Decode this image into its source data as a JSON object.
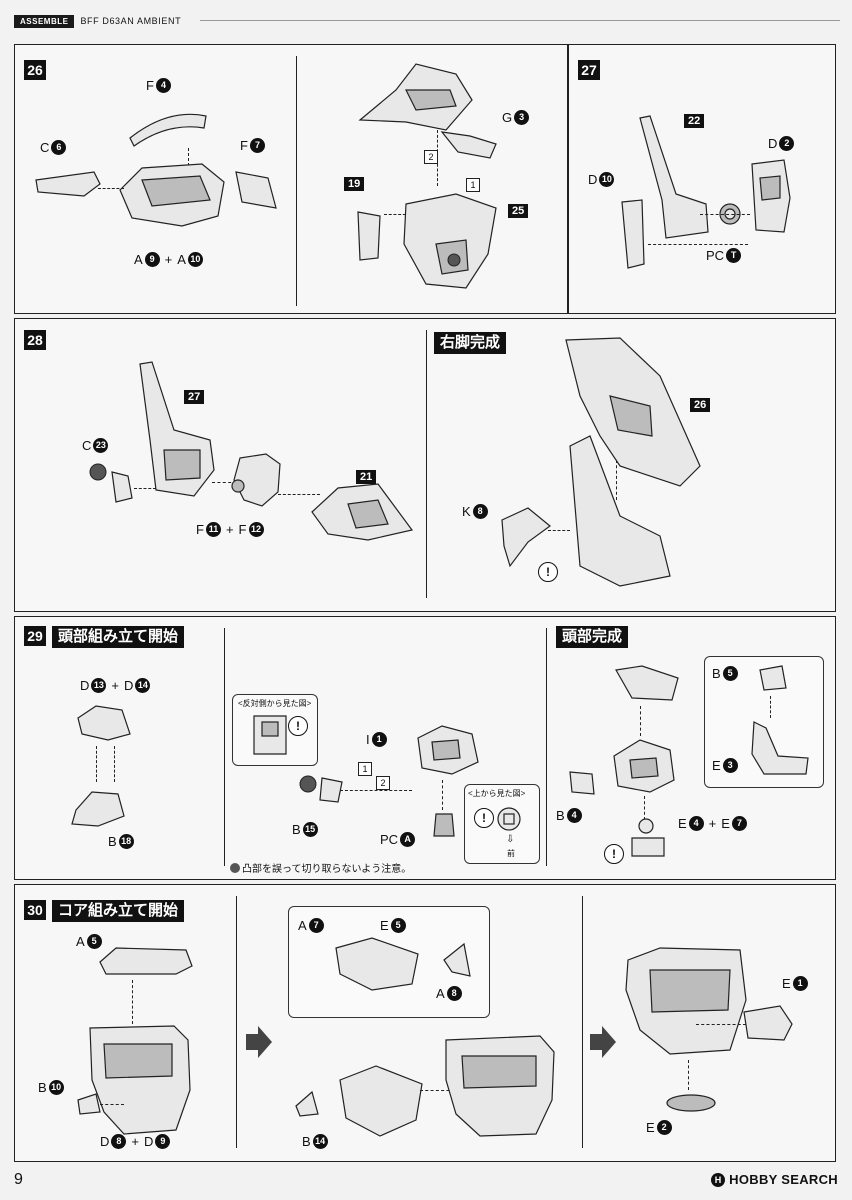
{
  "header": {
    "assemble_tag": "ASSEMBLE",
    "doc_title": "BFF D63AN AMBIENT"
  },
  "step26": {
    "number": "26",
    "labels": {
      "f4": {
        "letter": "F",
        "num": "4"
      },
      "c6": {
        "letter": "C",
        "num": "6"
      },
      "f7": {
        "letter": "F",
        "num": "7"
      },
      "a9": {
        "letter": "A",
        "num": "9"
      },
      "a10": {
        "letter": "A",
        "num": "10"
      },
      "g3": {
        "letter": "G",
        "num": "3"
      }
    },
    "plus": "+",
    "callout_19": "19",
    "callout_25": "25",
    "order_1": "1",
    "order_2": "2"
  },
  "step27": {
    "number": "27",
    "callout_22": "22",
    "labels": {
      "d2": {
        "letter": "D",
        "num": "2"
      },
      "d10": {
        "letter": "D",
        "num": "10"
      },
      "pct": {
        "letter": "PC",
        "num": "T"
      }
    }
  },
  "step28": {
    "number": "28",
    "callout_27": "27",
    "callout_21": "21",
    "labels": {
      "c23": {
        "letter": "C",
        "num": "23"
      },
      "f11": {
        "letter": "F",
        "num": "11"
      },
      "f12": {
        "letter": "F",
        "num": "12"
      }
    },
    "plus": "+"
  },
  "right_leg": {
    "title": "右脚完成",
    "callout_26": "26",
    "labels": {
      "k8": {
        "letter": "K",
        "num": "8"
      }
    },
    "warn": "!"
  },
  "step29": {
    "number": "29",
    "title": "頭部組み立て開始",
    "labels": {
      "d13": {
        "letter": "D",
        "num": "13"
      },
      "d14": {
        "letter": "D",
        "num": "14"
      },
      "b18": {
        "letter": "B",
        "num": "18"
      },
      "i1": {
        "letter": "I",
        "num": "1"
      },
      "b15": {
        "letter": "B",
        "num": "15"
      },
      "pca": {
        "letter": "PC",
        "num": "A"
      }
    },
    "plus": "+",
    "inset_reverse_title": "<反対側から見た図>",
    "inset_top_title": "<上から見た図>",
    "front_label": "前",
    "note": "凸部を誤って切り取らないよう注意。",
    "order_1": "1",
    "order_2": "2",
    "warn": "!"
  },
  "head_done": {
    "title": "頭部完成",
    "labels": {
      "b5": {
        "letter": "B",
        "num": "5"
      },
      "e3": {
        "letter": "E",
        "num": "3"
      },
      "b4": {
        "letter": "B",
        "num": "4"
      },
      "e4": {
        "letter": "E",
        "num": "4"
      },
      "e7": {
        "letter": "E",
        "num": "7"
      }
    },
    "plus": "+",
    "warn": "!"
  },
  "step30": {
    "number": "30",
    "title": "コア組み立て開始",
    "labels": {
      "a5": {
        "letter": "A",
        "num": "5"
      },
      "b10": {
        "letter": "B",
        "num": "10"
      },
      "d8": {
        "letter": "D",
        "num": "8"
      },
      "d9": {
        "letter": "D",
        "num": "9"
      },
      "a7": {
        "letter": "A",
        "num": "7"
      },
      "e5": {
        "letter": "E",
        "num": "5"
      },
      "a8": {
        "letter": "A",
        "num": "8"
      },
      "b14": {
        "letter": "B",
        "num": "14"
      },
      "e1": {
        "letter": "E",
        "num": "1"
      },
      "e2": {
        "letter": "E",
        "num": "2"
      }
    },
    "plus": "+"
  },
  "footer": {
    "page_number": "9",
    "watermark": "HOBBY SEARCH",
    "watermark_logo": "H"
  }
}
